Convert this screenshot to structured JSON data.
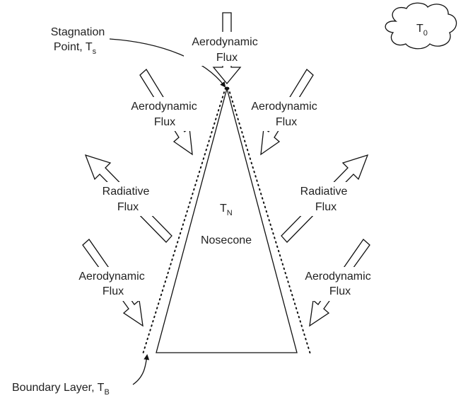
{
  "cloud": {
    "label": "T",
    "sub": "0"
  },
  "stagnation": {
    "line1": "Stagnation",
    "line2": "Point, T",
    "sub": "s"
  },
  "top_flux": {
    "line1": "Aerodynamic",
    "line2": "Flux"
  },
  "upper_left_flux": {
    "line1": "Aerodynamic",
    "line2": "Flux"
  },
  "upper_right_flux": {
    "line1": "Aerodynamic",
    "line2": "Flux"
  },
  "radiative_left": {
    "line1": "Radiative",
    "line2": "Flux"
  },
  "radiative_right": {
    "line1": "Radiative",
    "line2": "Flux"
  },
  "lower_left_flux": {
    "line1": "Aerodynamic",
    "line2": "Flux"
  },
  "lower_right_flux": {
    "line1": "Aerodynamic",
    "line2": "Flux"
  },
  "nosecone": {
    "temp": "T",
    "temp_sub": "N",
    "label": "Nosecone"
  },
  "boundary": {
    "label": "Boundary Layer, T",
    "sub": "B"
  }
}
